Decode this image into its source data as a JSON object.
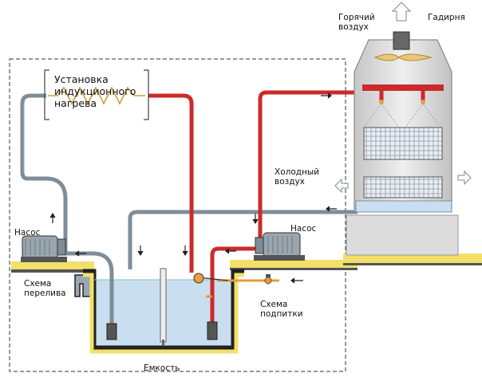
{
  "labels": {
    "heater_line1": "Установка",
    "heater_line2": "индукционного",
    "heater_line3": "нагрева",
    "hot_air_line1": "Горячий",
    "hot_air_line2": "воздух",
    "tower": "Гадирня",
    "cold_air_line1": "Холодный",
    "cold_air_line2": "воздух",
    "pump_left": "Насос",
    "pump_right": "Насос",
    "overflow_line1": "Схема",
    "overflow_line2": "перелива",
    "makeup_line1": "Схема",
    "makeup_line2": "подпитки",
    "tank": "Емкость"
  },
  "colors": {
    "hot_pipe": "#cc2a2a",
    "cold_pipe": "#7e8d99",
    "water": "#c9dff0",
    "makeup_pipe": "#e89a3c",
    "ground": "#f2e06a",
    "tank_wall": "#222222",
    "tower_body": "#d8d8d8"
  }
}
